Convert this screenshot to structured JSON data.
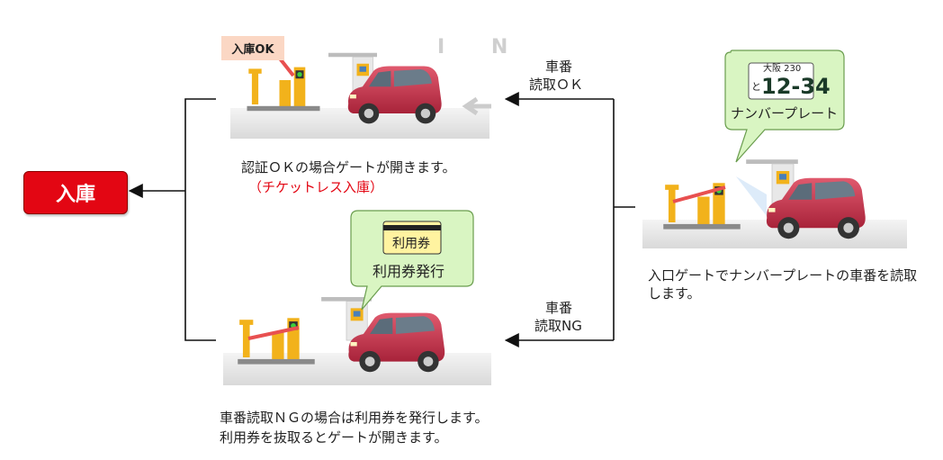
{
  "entry_box": {
    "label": "入庫"
  },
  "top_scene": {
    "badge": "入庫OK",
    "sign": "I N",
    "desc_line1": "認証ＯＫの場合ゲートが開きます。",
    "desc_line2": "（チケットレス入庫）"
  },
  "bottom_scene": {
    "ticket_card": "利用券",
    "bubble_text": "利用券発行",
    "desc_line1": "車番読取ＮＧの場合は利用券を発行します。",
    "desc_line2": "利用券を抜取るとゲートが開きます。"
  },
  "arrow_top": {
    "line1": "車番",
    "line2": "読取ＯＫ"
  },
  "arrow_bottom": {
    "line1": "車番",
    "line2": "読取NG"
  },
  "right_scene": {
    "plate_region": "大阪 230",
    "plate_kana": "と",
    "plate_number": "12-34",
    "bubble_text": "ナンバープレート",
    "desc_line1": "入口ゲートでナンバープレートの車番を読取",
    "desc_line2": "します。"
  },
  "colors": {
    "accent_red": "#e30613",
    "bubble_green": "#d9f5c2",
    "car_red": "#c8334a"
  }
}
